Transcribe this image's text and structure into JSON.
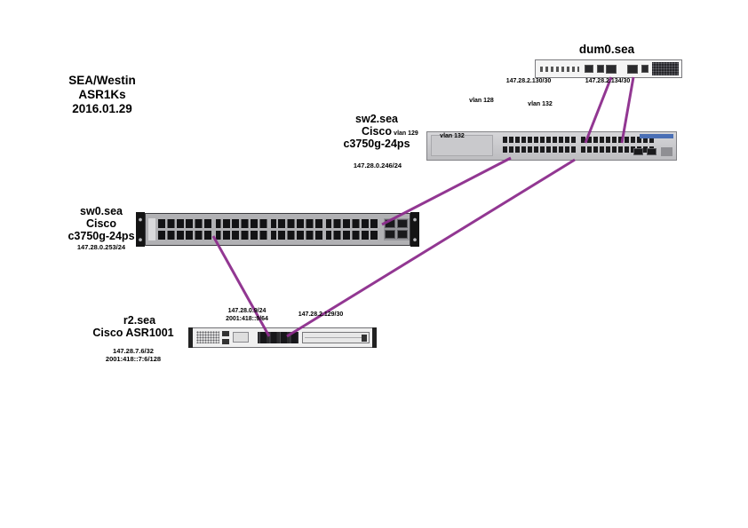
{
  "colors": {
    "link": "#8d2d8d"
  },
  "title": {
    "line1": "SEA/Westin",
    "line2": "ASR1Ks",
    "line3": "2016.01.29"
  },
  "dum0": {
    "name": "dum0.sea",
    "ip_left": "147.28.2.130/30",
    "ip_right": "147.28.2.134/30"
  },
  "vlan_labels": {
    "vlan128": "vlan 128",
    "vlan132_top": "vlan 132",
    "vlan129": "vlan 129",
    "vlan132_switch": "vlan 132"
  },
  "sw2": {
    "name": "sw2.sea",
    "vendor": "Cisco",
    "model": "c3750g-24ps",
    "ip": "147.28.0.246/24"
  },
  "sw0": {
    "name": "sw0.sea",
    "vendor": "Cisco",
    "model": "c3750g-24ps",
    "ip": "147.28.0.253/24"
  },
  "r2": {
    "name": "r2.sea",
    "model_line": "Cisco ASR1001",
    "ip1": "147.28.7.6/32",
    "ip2": "2001:418::7:6/128"
  },
  "r2_ports": {
    "ip_a1": "147.28.0.9/24",
    "ip_a2": "2001:418::9/64",
    "ip_b": "147.28.2.129/30"
  }
}
